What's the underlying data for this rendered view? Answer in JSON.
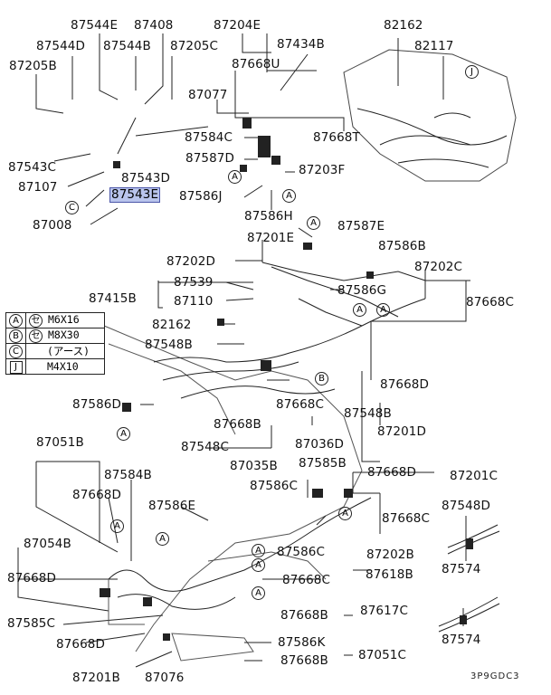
{
  "labels": {
    "l87544E": "87544E",
    "l87408": "87408",
    "l87204E": "87204E",
    "l82162a": "82162",
    "l87544D": "87544D",
    "l87544B": "87544B",
    "l87205C": "87205C",
    "l87434B": "87434B",
    "l82117": "82117",
    "l87205B": "87205B",
    "l87668U": "87668U",
    "l87077": "87077",
    "l87584C": "87584C",
    "l87668T": "87668T",
    "l87543C": "87543C",
    "l87587D": "87587D",
    "l87203F": "87203F",
    "l87543D": "87543D",
    "l87107": "87107",
    "l87543E": "87543E",
    "l87586J": "87586J",
    "l87008": "87008",
    "l87586H": "87586H",
    "l87587E": "87587E",
    "l87201E": "87201E",
    "l87586B": "87586B",
    "l87202D": "87202D",
    "l87202C": "87202C",
    "l87539": "87539",
    "l87586G": "87586G",
    "l87415B": "87415B",
    "l87110": "87110",
    "l87668C_a": "87668C",
    "l82162b": "82162",
    "l87548B_a": "87548B",
    "l87668D_a": "87668D",
    "l87586D": "87586D",
    "l87668C_b": "87668C",
    "l87548B_b": "87548B",
    "l87668B_a": "87668B",
    "l87201D": "87201D",
    "l87548C": "87548C",
    "l87036D": "87036D",
    "l87051B": "87051B",
    "l87035B": "87035B",
    "l87585B": "87585B",
    "l87584B": "87584B",
    "l87668D_b": "87668D",
    "l87201C": "87201C",
    "l87586C_a": "87586C",
    "l87668D_c": "87668D",
    "l87586E": "87586E",
    "l87548D": "87548D",
    "l87668C_c": "87668C",
    "l87054B": "87054B",
    "l87586C_b": "87586C",
    "l87202B": "87202B",
    "l87668D_d": "87668D",
    "l87574_a": "87574",
    "l87668C_d": "87668C",
    "l87618B": "87618B",
    "l87668B_b": "87668B",
    "l87617C": "87617C",
    "l87585C": "87585C",
    "l87574_b": "87574",
    "l87668D_e": "87668D",
    "l87586K": "87586K",
    "l87051C": "87051C",
    "l87201B": "87201B",
    "l87076": "87076",
    "l87668B_c": "87668B",
    "code": "3P9GDC3"
  },
  "markers": {
    "A": "A",
    "B": "B",
    "C": "C",
    "J": "J"
  },
  "legend": [
    {
      "key": "A",
      "note": "セ",
      "value": "M6X16"
    },
    {
      "key": "B",
      "note": "セ",
      "value": "M8X30"
    },
    {
      "key": "C",
      "note": "",
      "value": "(アース)"
    },
    {
      "key": "J",
      "note": "",
      "value": "M4X10"
    }
  ]
}
